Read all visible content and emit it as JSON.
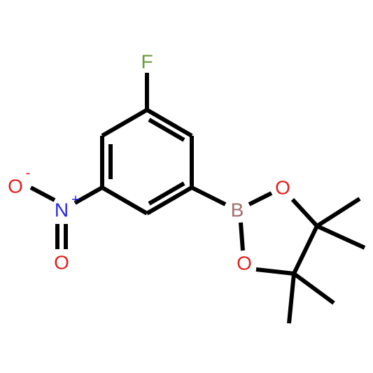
{
  "molecule": {
    "atoms": {
      "F": {
        "label": "F",
        "color": "#6b9b3a"
      },
      "B": {
        "label": "B",
        "color": "#a07070"
      },
      "O_ring_top": {
        "label": "O",
        "color": "#e0201f"
      },
      "O_ring_bottom": {
        "label": "O",
        "color": "#e0201f"
      },
      "N": {
        "label": "N",
        "charge": "+",
        "color": "#2828e0"
      },
      "O_nitro_minus": {
        "label": "O",
        "charge": "-",
        "color": "#e0201f"
      },
      "O_nitro_double": {
        "label": "O",
        "color": "#e0201f"
      }
    },
    "bond_color": "#000000"
  }
}
